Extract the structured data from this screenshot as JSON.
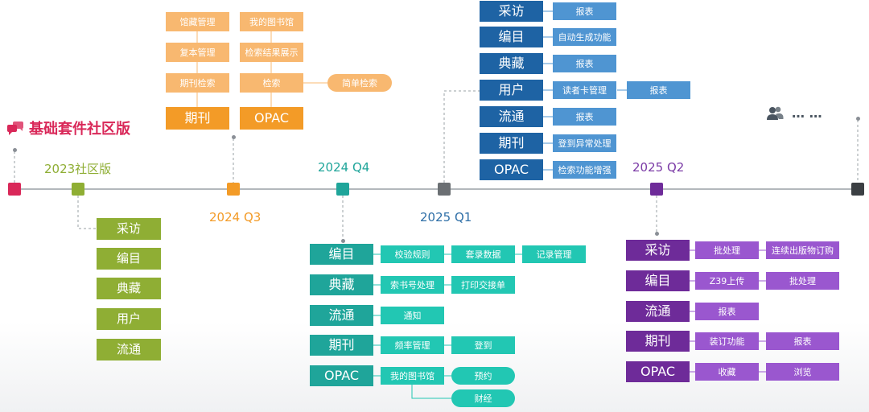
{
  "brand": {
    "title": "基础套件社区版",
    "icon": "chat-bubbles-icon",
    "color": "#d92859"
  },
  "more_text": "…  …",
  "milestones": [
    {
      "label": "2023社区版",
      "color": "#8fae34"
    },
    {
      "label": "2024 Q3",
      "color": "#f39b27"
    },
    {
      "label": "2024 Q4",
      "color": "#1fa59a"
    },
    {
      "label": "2025 Q1",
      "color": "#2f6fa7"
    },
    {
      "label": "2025 Q2",
      "color": "#7b3ba6"
    }
  ],
  "colors": {
    "brand_red": "#d92859",
    "green": "#8fae34",
    "orange": "#f39b27",
    "orange_light": "#f8b870",
    "teal": "#1fa59a",
    "teal_light": "#22c7b3",
    "navy": "#1e63a4",
    "blue_light": "#4f95d2",
    "purple": "#6e2b99",
    "purple_light": "#9a57cf",
    "gray": "#6b6f73",
    "dark": "#3b3f43"
  },
  "groups": {
    "g2023": [
      "采访",
      "编目",
      "典藏",
      "用户",
      "流通"
    ],
    "q3": {
      "cols": [
        {
          "items": [
            "馆藏管理",
            "复本管理",
            "期刊检索"
          ],
          "category": "期刊"
        },
        {
          "items": [
            "我的图书馆",
            "检索结果展示",
            "检索"
          ],
          "category": "OPAC"
        }
      ],
      "extra": "简单检索"
    },
    "q4": [
      {
        "category": "编目",
        "items": [
          "校验规则",
          "套录数据",
          "记录管理"
        ]
      },
      {
        "category": "典藏",
        "items": [
          "索书号处理",
          "打印交接单"
        ]
      },
      {
        "category": "流通",
        "items": [
          "通知"
        ]
      },
      {
        "category": "期刊",
        "items": [
          "频率管理",
          "登到"
        ]
      },
      {
        "category": "OPAC",
        "items": [
          "我的图书馆"
        ],
        "pills": [
          "预约",
          "财经"
        ]
      }
    ],
    "q1": [
      {
        "category": "采访",
        "items": [
          "报表"
        ]
      },
      {
        "category": "编目",
        "items": [
          "自动生成功能"
        ]
      },
      {
        "category": "典藏",
        "items": [
          "报表"
        ]
      },
      {
        "category": "用户",
        "items": [
          "读者卡管理",
          "报表"
        ]
      },
      {
        "category": "流通",
        "items": [
          "报表"
        ]
      },
      {
        "category": "期刊",
        "items": [
          "登到异常处理"
        ]
      },
      {
        "category": "OPAC",
        "items": [
          "检索功能增强"
        ]
      }
    ],
    "q2": [
      {
        "category": "采访",
        "items": [
          "批处理",
          "连续出版物订购"
        ]
      },
      {
        "category": "编目",
        "items": [
          "Z39上传",
          "批处理"
        ]
      },
      {
        "category": "流通",
        "items": [
          "报表"
        ]
      },
      {
        "category": "期刊",
        "items": [
          "装订功能",
          "报表"
        ]
      },
      {
        "category": "OPAC",
        "items": [
          "收藏",
          "浏览"
        ]
      }
    ]
  }
}
